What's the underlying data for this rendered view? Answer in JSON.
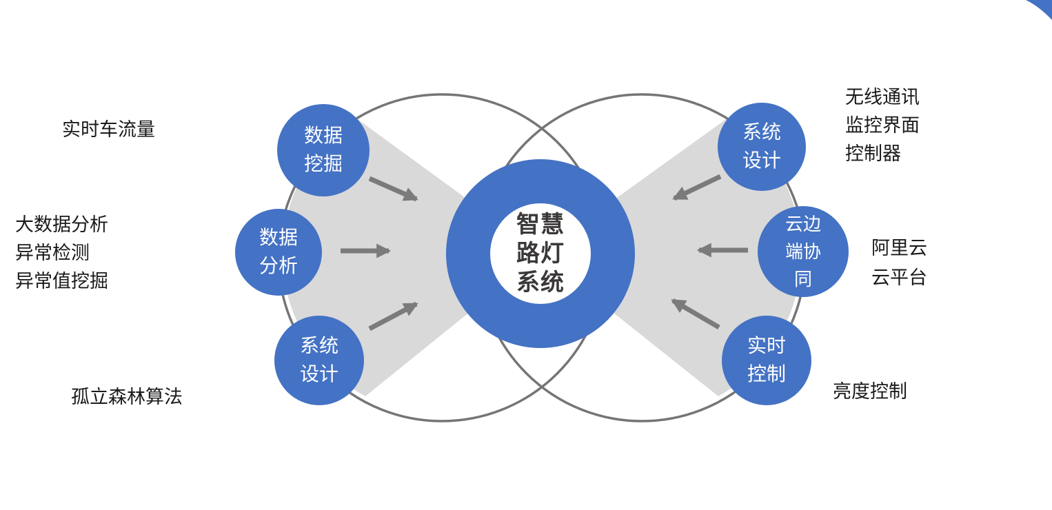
{
  "slide": {
    "center_node": {
      "label": "智慧\n路灯\n系统"
    },
    "left_nodes": [
      {
        "label": "数据\n挖掘"
      },
      {
        "label": "数据\n分析"
      },
      {
        "label": "系统\n设计"
      }
    ],
    "right_nodes": [
      {
        "label": "系统\n设计"
      },
      {
        "label": "云边\n端协\n同"
      },
      {
        "label": "实时\n控制"
      }
    ],
    "left_annotations": [
      {
        "text": "实时车流量"
      },
      {
        "text": "大数据分析\n异常检测\n异常值挖掘"
      },
      {
        "text": "孤立森林算法"
      }
    ],
    "right_annotations": [
      {
        "text": "无线通讯\n监控界面\n控制器"
      },
      {
        "text": "阿里云\n云平台"
      },
      {
        "text": "亮度控制"
      }
    ],
    "colors": {
      "node_blue": "#4472C4",
      "funnel_gray": "#D9D9D9",
      "ring_outline_gray": "#757575",
      "arrow_gray": "#7B7B7B",
      "center_text": "#3B3838",
      "annotation_text": "#1A1A1A",
      "node_text": "#FFFFFF",
      "background": "#FFFFFF"
    }
  }
}
